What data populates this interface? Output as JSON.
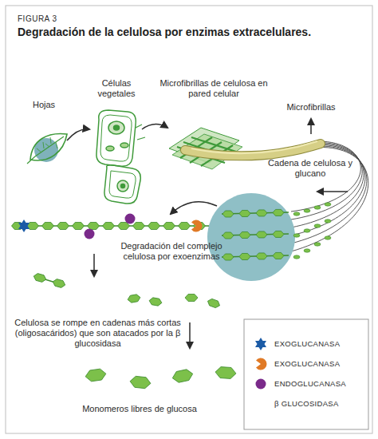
{
  "diagram": {
    "title": "Degradación de la celulosa por enzimas extracelulares.",
    "labels": [
      "FIGURA 3",
      "Hojas",
      "Células vegetales",
      "Microfibrillas de celulosa en pared celular",
      "Microfibrillas",
      "Cadena de celulosa y glucano",
      "Degradación del complejo celulosa por exoenzimas",
      "Celulosa se rompe en cadenas más cortas (oligosacáridos) que son atacados por la β glucosidasa",
      "Monomeros libres de glucosa"
    ],
    "legend": [
      {
        "text": "EXOGLUCANASA",
        "color": "#1b5ba6"
      },
      {
        "text": "EXOGLUCANASA",
        "color": "#e07a26"
      },
      {
        "text": "ENDOGLUCANASA",
        "color": "#7a2a8a"
      },
      {
        "text": "β GLUCOSIDASA",
        "color": "#0e4d5e"
      }
    ]
  }
}
